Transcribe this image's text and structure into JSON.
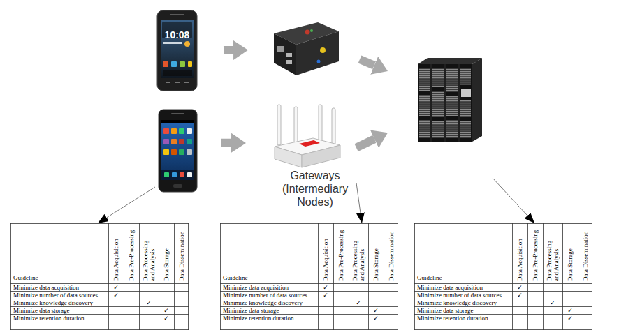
{
  "diagram": {
    "nodes": [
      {
        "text": [
          "10:08"
        ]
      },
      {
        "text": []
      },
      {
        "text": []
      },
      {
        "text": []
      },
      {
        "text": []
      },
      {
        "text": [
          "Guideline",
          "Data Acquisition",
          "Data Pre-Processing",
          "Data Processing and Analysis",
          "Data Storage",
          "Data Dissemination",
          "Minimize data acquisition",
          "✓",
          "Minimize number of data sources",
          "✓",
          "Minimize knowledge discovery",
          "✓",
          "Minimize data storage",
          "✓",
          "Minimize retention duration",
          "✓"
        ]
      },
      {
        "text": [
          "Guideline",
          "Data Acquisition",
          "Data Pre-Processing",
          "Data Processing and Analysis",
          "Data Storage",
          "Data Dissemination",
          "Minimize data acquisition",
          "✓",
          "Minimize number of data sources",
          "✓",
          "Minimize knowledge discovery",
          "✓",
          "Minimize data storage",
          "✓",
          "Minimize retention duration",
          "✓"
        ]
      },
      {
        "text": [
          "Guideline",
          "Data Acquisition",
          "Data Pre-Processing",
          "Data Processing and Analysis",
          "Data Storage",
          "Data Dissemination",
          "Minimize data acquisition",
          "✓",
          "Minimize number of data sources",
          "✓",
          "Minimize knowledge discovery",
          "✓",
          "Minimize data storage",
          "✓",
          "Minimize retention duration",
          "✓"
        ]
      }
    ],
    "edges": [
      {
        "from": 0,
        "to": 1,
        "arrow": "to"
      },
      {
        "from": 3,
        "to": 4,
        "arrow": "to"
      },
      {
        "from": 1,
        "to": 2,
        "arrow": "to"
      },
      {
        "from": 4,
        "to": 2,
        "arrow": "to"
      },
      {
        "from": 3,
        "to": 5,
        "arrow": "to"
      },
      {
        "from": 4,
        "to": 6,
        "arrow": "to"
      },
      {
        "from": 2,
        "to": 7,
        "arrow": "to"
      }
    ],
    "labels": [
      "Gateways (Intermediary Nodes)"
    ]
  }
}
